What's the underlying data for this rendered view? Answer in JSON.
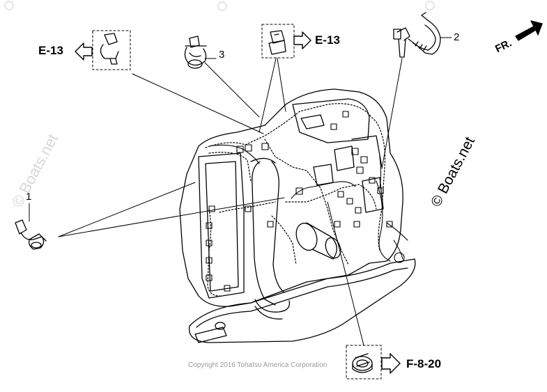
{
  "references": {
    "top_left": "E-13",
    "top_middle": "E-13",
    "bottom": "F-8-20"
  },
  "callouts": {
    "part1": "1",
    "part2": "2",
    "part3": "3"
  },
  "direction_label": "FR.",
  "copyright": "Copyright 2016 Tohatsu America Corporation",
  "watermarks": {
    "left": "© Boats.net",
    "right": "© Boats.net"
  },
  "colors": {
    "line": "#000000",
    "watermark": "#d7d7d7",
    "copyright": "#9a9a9a"
  }
}
